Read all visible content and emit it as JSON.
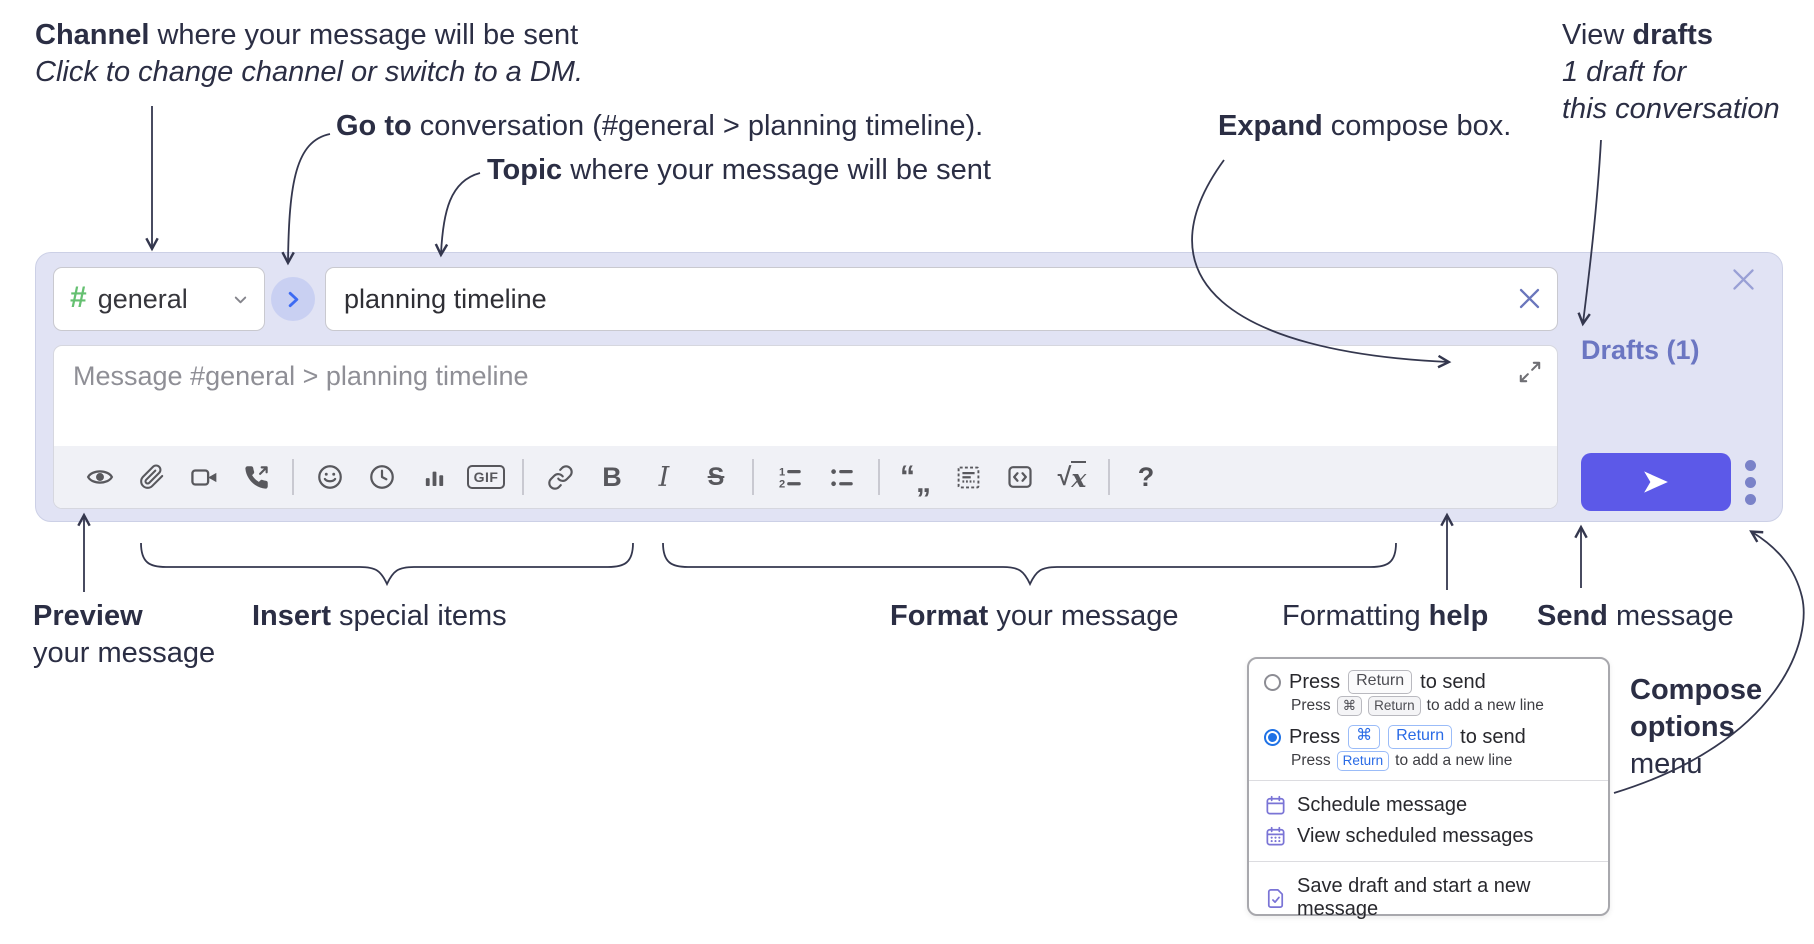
{
  "annotations": {
    "channel": {
      "bold": "Channel",
      "rest": " where your message will be sent",
      "line2": "Click to change channel or switch to a DM."
    },
    "goto": {
      "bold": "Go to",
      "rest": " conversation (#general > planning timeline)."
    },
    "topic": {
      "bold": "Topic",
      "rest": " where your message will be sent"
    },
    "expand": {
      "bold": "Expand",
      "rest": " compose box."
    },
    "view_drafts": {
      "pre": "View ",
      "bold": "drafts",
      "line2": "1 draft for",
      "line3": "this conversation"
    },
    "preview": {
      "bold": "Preview",
      "line2": "your message"
    },
    "insert": {
      "bold": "Insert",
      "rest": " special items"
    },
    "format": {
      "bold": "Format",
      "rest": " your message"
    },
    "formatting_help": {
      "pre": "Formatting ",
      "bold": "help"
    },
    "send": {
      "bold": "Send",
      "rest": " message"
    },
    "compose_options": {
      "line1": "Compose",
      "line2": "options",
      "line3": "menu"
    }
  },
  "compose": {
    "channel_hash": "#",
    "channel_name": "general",
    "topic_value": "planning timeline",
    "message_placeholder": "Message #general > planning timeline",
    "drafts_link": "Drafts (1)"
  },
  "toolbar": {
    "gif": "GIF",
    "bold": "B",
    "italic": "I",
    "strike": "S",
    "quote_open": "“",
    "quote_close": "„",
    "math_root": "√",
    "math_var": "x",
    "help": "?",
    "list_num_1": "1",
    "list_num_2": "2"
  },
  "popup": {
    "opt1": {
      "pre": "Press",
      "key_return": "Return",
      "post": "to send",
      "sub_pre": "Press",
      "sub_key_cmd": "⌘",
      "sub_key_return": "Return",
      "sub_post": "to add a new line"
    },
    "opt2": {
      "pre": "Press",
      "key_cmd": "⌘",
      "key_return": "Return",
      "post": "to send",
      "sub_pre": "Press",
      "sub_key_return": "Return",
      "sub_post": "to add a new line"
    },
    "items": [
      "Schedule message",
      "View scheduled messages",
      "Save draft and start a new message"
    ]
  },
  "colors": {
    "compose_bg": "#e1e3f4",
    "accent_send": "#5c59e8",
    "link_purple": "#6b76c2",
    "hash_green": "#65c071",
    "go_chevron_blue": "#3d6bf3",
    "radio_blue": "#1f72e6",
    "menu_icon_purple": "#7a74d6",
    "ink": "#2b2e44"
  }
}
